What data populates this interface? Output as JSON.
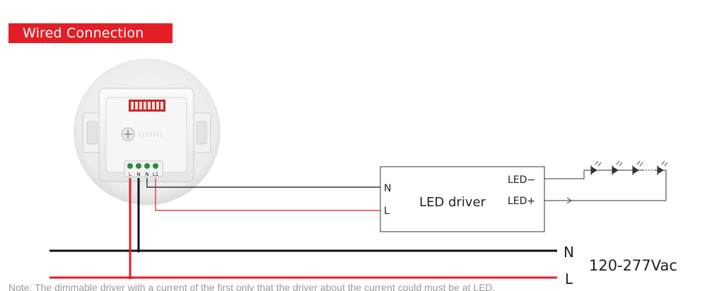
{
  "title": "Wired Connection",
  "device": {
    "terminals": [
      "L",
      "N",
      "N",
      "L1"
    ]
  },
  "driver": {
    "name": "LED driver",
    "input_n": "N",
    "input_l": "L",
    "output_minus": "LED−",
    "output_plus": "LED+"
  },
  "supply": {
    "neutral": "N",
    "line": "L",
    "voltage": "120-277Vac"
  },
  "colors": {
    "title_bg": "#e41e26",
    "line_wire": "#e41e26",
    "neutral_wire": "#111111",
    "terminal_green": "#2e8b3e",
    "dip_switch": "#d32f2f"
  },
  "footnote": "Note: The dimmable driver with a current of the first only that the driver about the current could must be at LED."
}
